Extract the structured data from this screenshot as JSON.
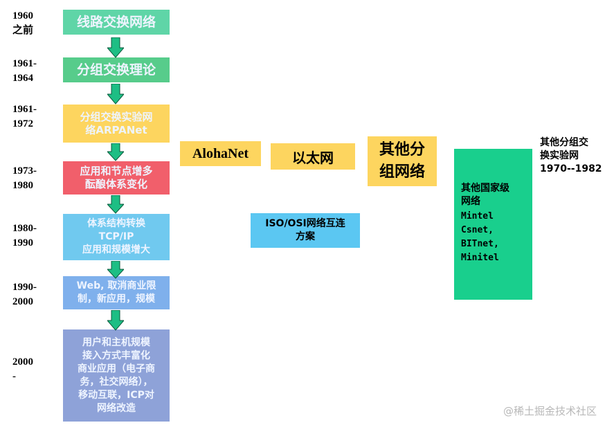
{
  "timeline": [
    {
      "year": "1960\n之前",
      "stage": "线路交换网络",
      "color": "#5fd5a7"
    },
    {
      "year": "1961-\n1964",
      "stage": "分组交换理论",
      "color": "#57cc8b"
    },
    {
      "year": "1961-\n1972",
      "stage": "分组交换实验网\n络ARPANet",
      "color": "#fdd55f"
    },
    {
      "year": "1973-\n1980",
      "stage": "应用和节点增多\n酝酿体系变化",
      "color": "#f15f6b"
    },
    {
      "year": "1980-\n1990",
      "stage": "体系结构转换\nTCP/IP\n应用和规模增大",
      "color": "#70c9ef"
    },
    {
      "year": "1990-\n2000",
      "stage": "Web, 取消商业限\n制，新应用，规模",
      "color": "#7fb0ec"
    },
    {
      "year": "2000\n-",
      "stage": "用户和主机规模\n接入方式丰富化\n商业应用（电子商\n务，社交网络），\n移动互联，ICP对\n网络改造",
      "color": "#8ea2d8"
    }
  ],
  "arrow_color": "#1dbe84",
  "boxes": {
    "alohanet": {
      "text": "AlohaNet",
      "color": "#fdd55f"
    },
    "ethernet": {
      "text": "以太网",
      "color": "#fdd55f"
    },
    "other_packet": {
      "text": "其他分\n组网络",
      "color": "#fdd55f"
    },
    "iso_osi": {
      "text": "ISO/OSI网络互连\n方案",
      "color": "#5bc7f2"
    },
    "national": {
      "title": "其他国家级\n网络",
      "items": "Mintel\nCsnet,\nBITnet,\nMinitel",
      "color": "#19cf8d"
    }
  },
  "side_label": "其他分组交\n换实验网\n1970--1982",
  "watermark": "@稀土掘金技术社区"
}
